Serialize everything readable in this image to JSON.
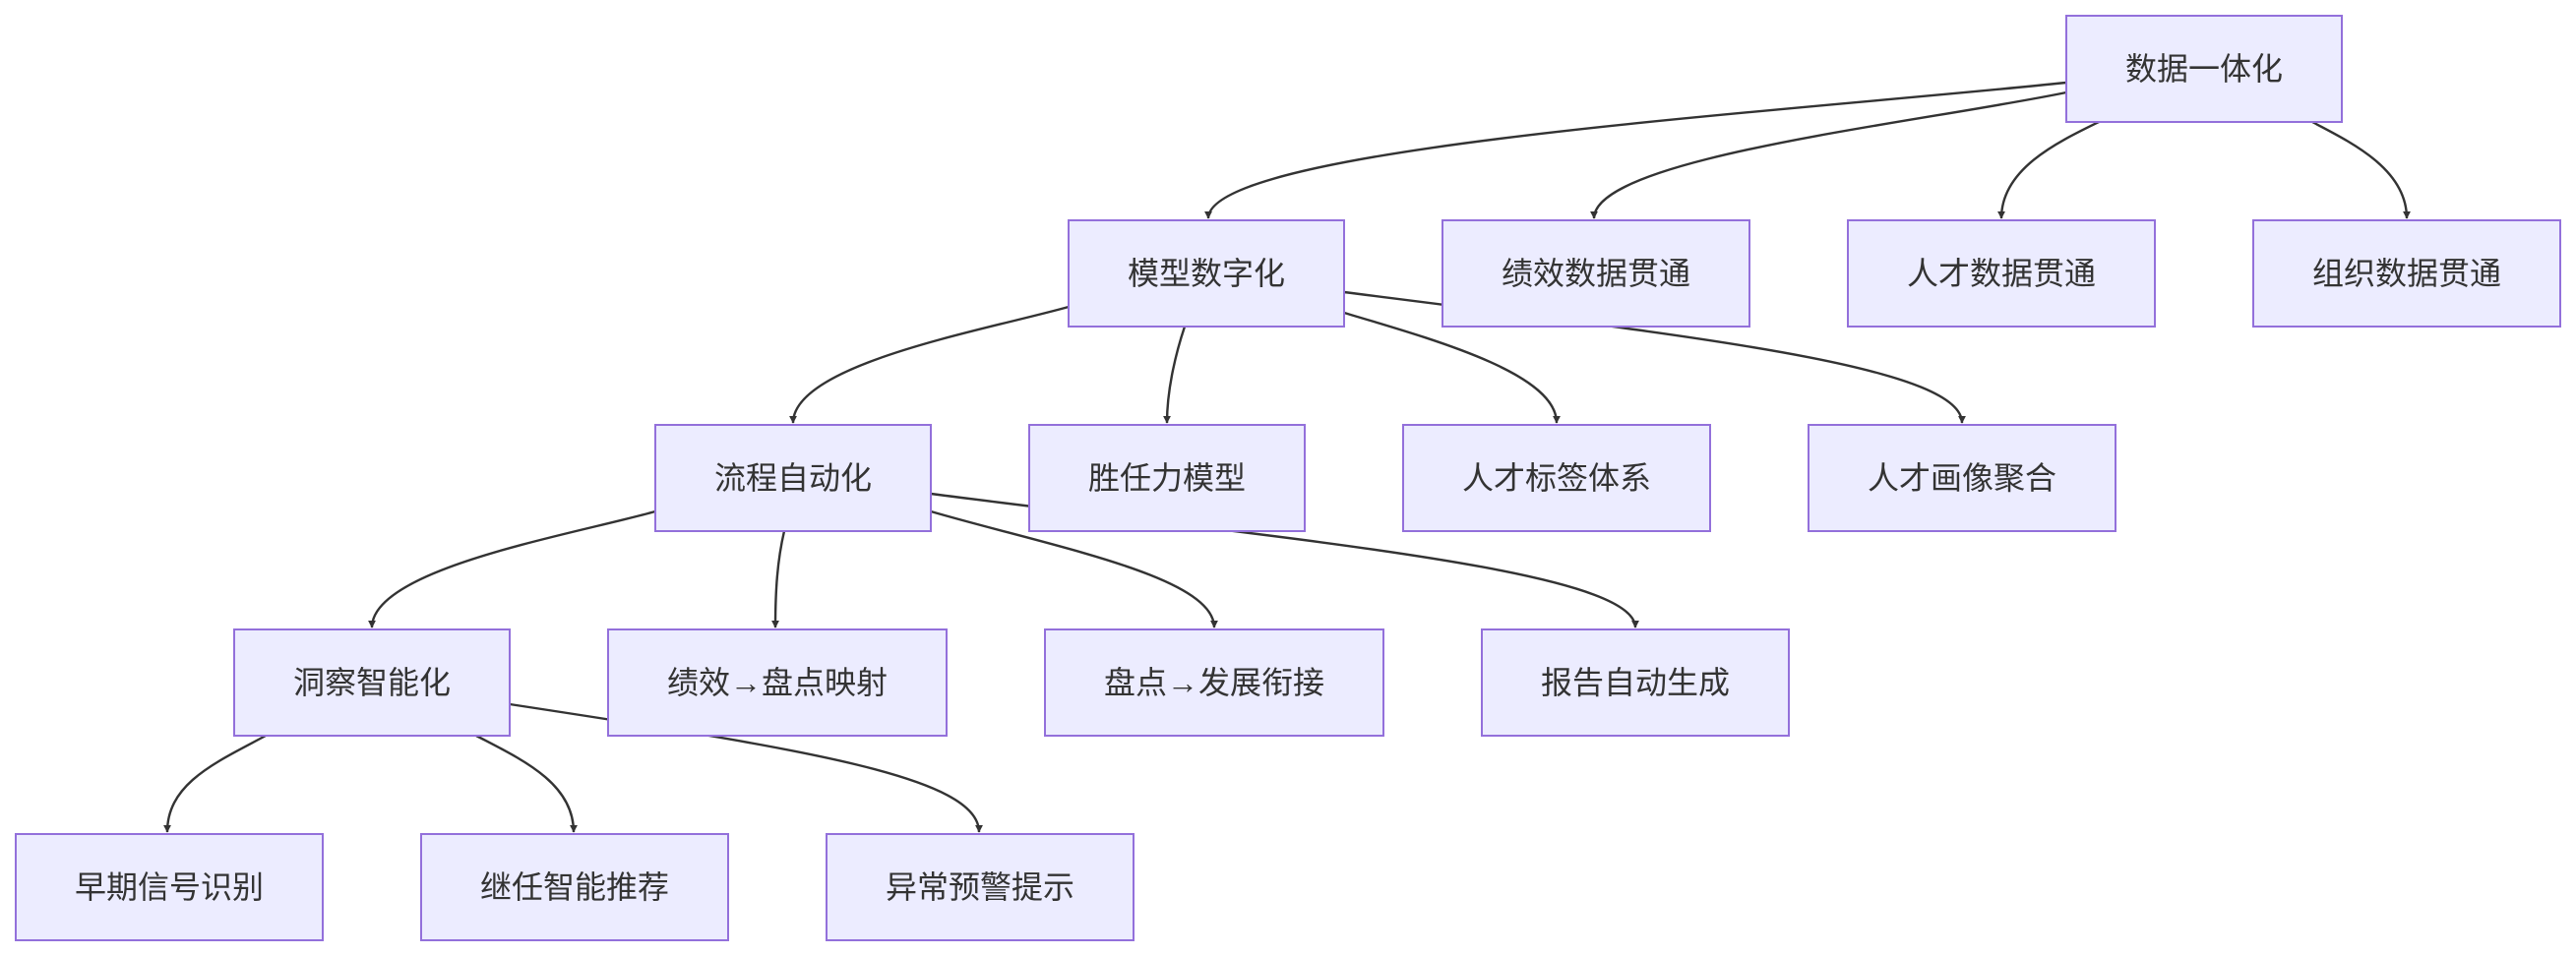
{
  "nodes": [
    {
      "id": "n0",
      "label": "数据一体化"
    },
    {
      "id": "n1",
      "label": "模型数字化"
    },
    {
      "id": "n2",
      "label": "绩效数据贯通"
    },
    {
      "id": "n3",
      "label": "人才数据贯通"
    },
    {
      "id": "n4",
      "label": "组织数据贯通"
    },
    {
      "id": "n5",
      "label": "流程自动化"
    },
    {
      "id": "n6",
      "label": "胜任力模型"
    },
    {
      "id": "n7",
      "label": "人才标签体系"
    },
    {
      "id": "n8",
      "label": "人才画像聚合"
    },
    {
      "id": "n9",
      "label": "洞察智能化"
    },
    {
      "id": "n10",
      "label": "绩效→盘点映射"
    },
    {
      "id": "n11",
      "label": "盘点→发展衔接"
    },
    {
      "id": "n12",
      "label": "报告自动生成"
    },
    {
      "id": "n13",
      "label": "早期信号识别"
    },
    {
      "id": "n14",
      "label": "继任智能推荐"
    },
    {
      "id": "n15",
      "label": "异常预警提示"
    }
  ],
  "edges": [
    {
      "from": "n0",
      "to": "n1"
    },
    {
      "from": "n0",
      "to": "n2"
    },
    {
      "from": "n0",
      "to": "n3"
    },
    {
      "from": "n0",
      "to": "n4"
    },
    {
      "from": "n1",
      "to": "n5"
    },
    {
      "from": "n1",
      "to": "n6"
    },
    {
      "from": "n1",
      "to": "n7"
    },
    {
      "from": "n1",
      "to": "n8"
    },
    {
      "from": "n5",
      "to": "n9"
    },
    {
      "from": "n5",
      "to": "n10"
    },
    {
      "from": "n5",
      "to": "n11"
    },
    {
      "from": "n5",
      "to": "n12"
    },
    {
      "from": "n9",
      "to": "n13"
    },
    {
      "from": "n9",
      "to": "n14"
    },
    {
      "from": "n9",
      "to": "n15"
    }
  ]
}
